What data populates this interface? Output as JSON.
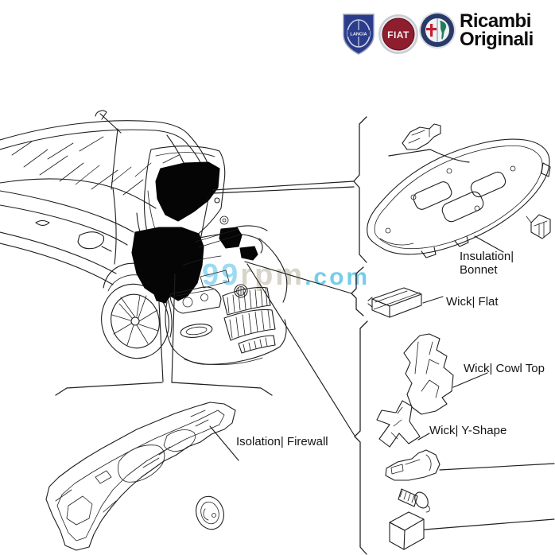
{
  "header": {
    "title_line1": "Ricambi",
    "title_line2": "Originali",
    "lancia_text": "LANCIA",
    "fiat_text": "FIAT"
  },
  "watermark": {
    "part1": "99",
    "part2": "rpm",
    "dot": ".",
    "part3": "com"
  },
  "labels": {
    "insulation_bonnet_line1": "Insulation|",
    "insulation_bonnet_line2": "Bonnet",
    "wick_flat": "Wick| Flat",
    "wick_cowl_top": "Wick| Cowl Top",
    "wick_y_shape": "Wick| Y-Shape",
    "isolation_firewall": "Isolation| Firewall"
  },
  "colors": {
    "line": "#1f1f1f",
    "watermark_gray": "#d5d3c6",
    "watermark_cyan": "#6ac9e8",
    "fiat_red": "#8e1d2e",
    "lancia_blue": "#2c3c8c",
    "alfa_navy": "#2a3a68"
  }
}
